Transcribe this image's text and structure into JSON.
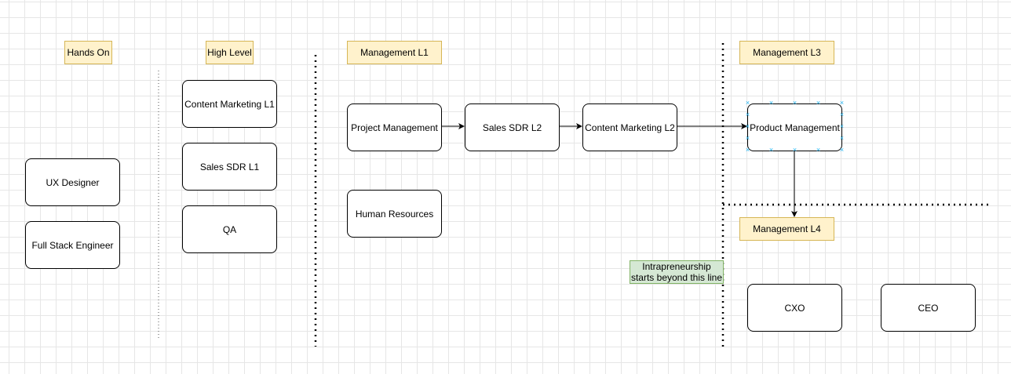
{
  "labels": {
    "hands_on": "Hands On",
    "high_level": "High Level",
    "management_l1": "Management L1",
    "management_l3": "Management L3",
    "management_l4": "Management L4"
  },
  "nodes": {
    "ux_designer": "UX Designer",
    "full_stack_engineer": "Full Stack Engineer",
    "content_marketing_l1": "Content Marketing L1",
    "sales_sdr_l1": "Sales SDR L1",
    "qa": "QA",
    "project_management": "Project Management",
    "human_resources": "Human Resources",
    "sales_sdr_l2": "Sales SDR L2",
    "content_marketing_l2": "Content Marketing L2",
    "product_management": "Product Management",
    "cxo": "CXO",
    "ceo": "CEO"
  },
  "note": {
    "intrapreneurship": "Intrapreneurship\nstarts beyond this line"
  },
  "colors": {
    "label_fill": "#fff2cc",
    "label_border": "#d6b656",
    "note_fill": "#d5e8d4",
    "note_border": "#82b366",
    "selection_handle": "#29b6f2"
  }
}
